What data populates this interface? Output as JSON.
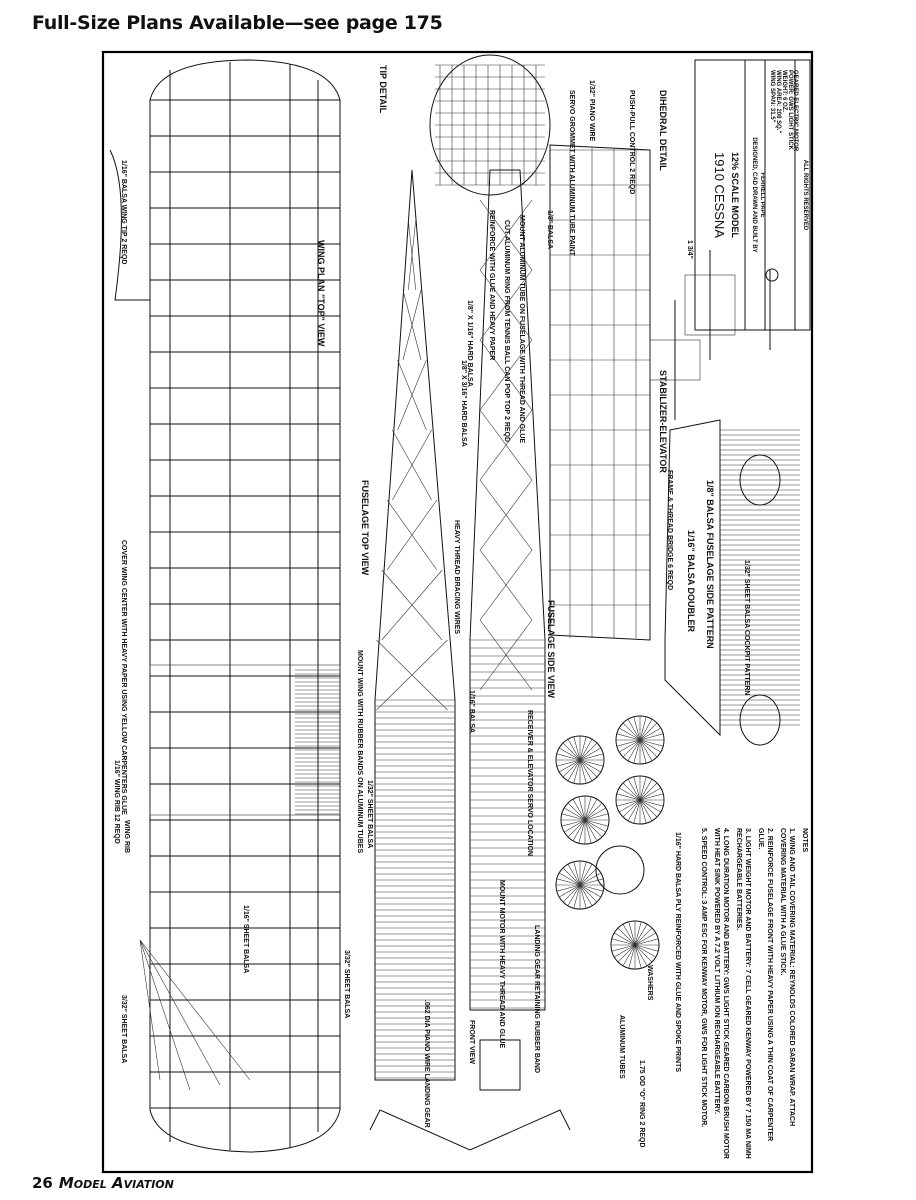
{
  "header": {
    "title": "Full-Size Plans Available—see page 175"
  },
  "footer": {
    "page_number": "26",
    "magazine": "Model Aviation"
  },
  "plan": {
    "title_block": {
      "title": "1910 CESSNA",
      "subtitle": "12% SCALE MODEL",
      "designer": "DESIGNED, CAD DRAWN AND BUILT BY",
      "designer_name": "FERRELL PAPE",
      "specs": [
        "WING SPAN: 31.5\"",
        "WING AREA: 208 SQ.\"",
        "WEIGHT: 6 OZ.",
        "POWER: GWS LIGHT STICK",
        "GEARED ELECTRIC MOTOR"
      ],
      "rights": "ALL RIGHTS RESERVED"
    },
    "views": {
      "wing_top": "WING PLAN \"TOP\" VIEW",
      "fuselage_top": "FUSELAGE TOP VIEW",
      "fuselage_side": "FUSELAGE SIDE VIEW",
      "stabilizer": "STABILIZER-ELEVATOR",
      "dihedral": "DIHEDRAL DETAIL",
      "tip": "TIP DETAIL",
      "front": "FRONT VIEW",
      "side_pattern": "1/8\" BALSA FUSELAGE SIDE PATTERN",
      "doubler": "1/16\" BALSA DOUBLER",
      "cockpit": "1/32\" SHEET BALSA COCKPIT PATTERN"
    },
    "callouts": {
      "wing_tip": "1/16\" BALSA WING TIP  2 REQD",
      "wing_cover": "COVER WING CENTER WITH HEAVY PAPER USING YELLOW CARPENTERS GLUE",
      "wing_rib": "1/16\" WING RIB  12 REQD",
      "rib": "WING RIB",
      "sheet1": "1/16\" SHEET BALSA",
      "sheet2": "3/32\" SHEET BALSA",
      "sheet3": "3/32\" SHEET BALSA",
      "mount": "MOUNT WING WITH RUBBER BANDS ON ALUMINUM TUBES",
      "sheet32": "1/32\" SHEET BALSA",
      "hard1": "1/8\" X 1/16\" HARD BALSA",
      "hard2": "1/8\" X 3/16\" HARD BALSA",
      "thread": "HEAVY THREAD BRACING WIRES",
      "piano": "1/32\" PIANO WIRE",
      "servo": "SERVO GROMMET WITH ALUMINUM TUBE PAINT",
      "pushpull": "PUSH-PULL CONTROL 2 REQD",
      "paper": "REINFORCE WITH GLUE AND HEAVY PAPER",
      "tube": "CUT ALUMINUM RING FROM TENNIS BALL CAN POP TOP  2 REQD",
      "aluminum": "MOUNT ALUMINUM TUBE ON FUSELAGE WITH THREAD AND GLUE",
      "balsa116": "1/16\" BALSA",
      "balsa18": "1/8\" BALSA",
      "receiver": "RECEIVER & ELEVATOR SERVO LOCATION",
      "motor": "MOUNT MOTOR WITH HEAVY THREAD AND GLUE",
      "gear": "LANDING GEAR RETAINING RUBBER BAND",
      "alum_tubes": "ALUMINUM TUBES",
      "washers": "WASHERS",
      "ring": "1.75 OD \"O\" RING  2 REQD",
      "wheel_ply": "1/16\" HARD BALSA PLY REINFORCED WITH GLUE AND SPOKE PRINTS",
      "gear_wire": ".062 DIA PIANO WIRE LANDING GEAR",
      "frame": "FRAME & THREAD BRIDGE  6 REQD",
      "dihedral_dim": "1 3/4\""
    },
    "notes_title": "NOTES",
    "notes": [
      "1. WING AND TAIL COVERING MATERIAL: REYNOLDS COLORED SARAN WRAP. ATTACH COVERING MATERIAL WITH A GLUE STICK.",
      "2. REINFORCE FUSELAGE FRONT WITH HEAVY PAPER USING A THIN COAT OF CARPENTER GLUE.",
      "3. LIGHT WEIGHT MOTOR AND BATTERY: 7 CELL GEARED KENWAY POWERED BY 7 150 MA NIMH RECHARGEABLE BATTERIES.",
      "4. LONG DURATION MOTOR AND BATTERY: GWS LIGHT STICK GEARED CARBON BRUSH MOTOR WITH HEAT SINK POWERED BY A 7.2 VOLT LITHIUM ION RECHARGEABLE BATTERY.",
      "5. SPEED CONTROL: 3 AMP ESC FOR KENWAY MOTOR, GWS FOR LIGHT STICK MOTOR."
    ]
  }
}
